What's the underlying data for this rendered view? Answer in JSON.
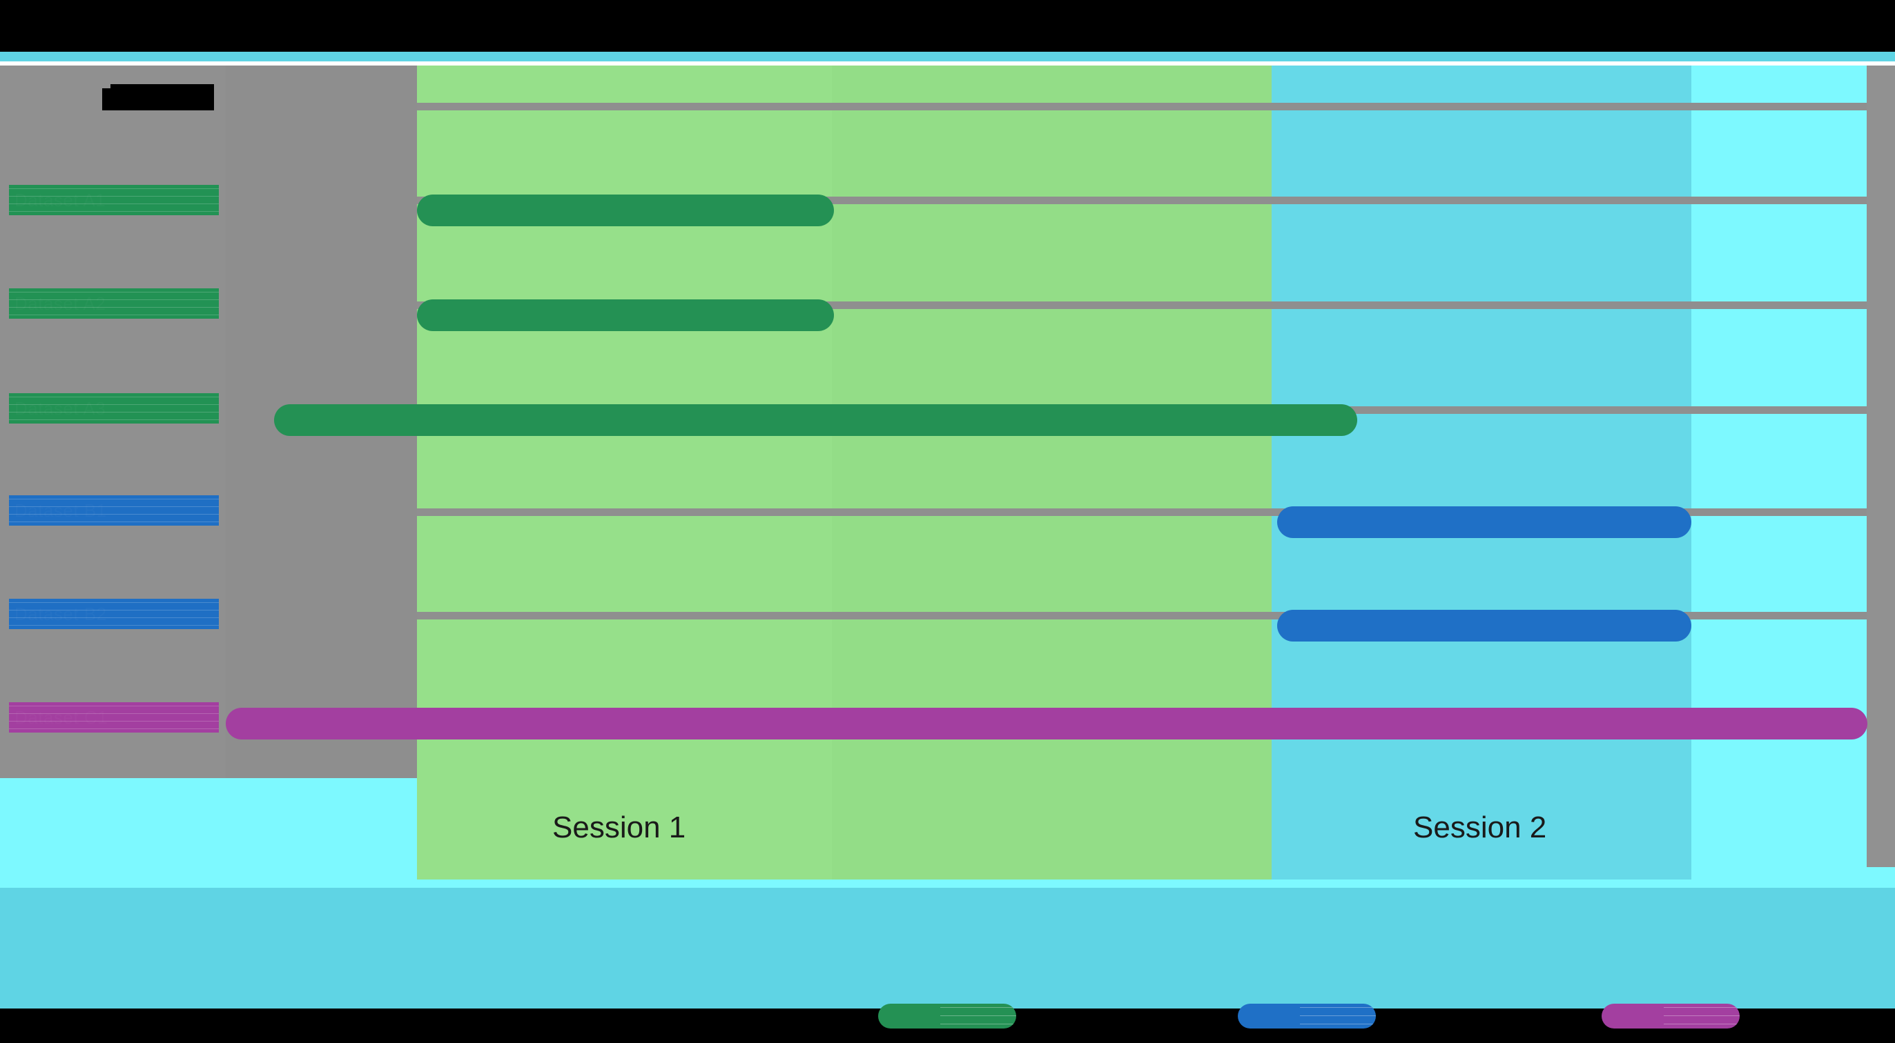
{
  "chart_data": {
    "type": "bar",
    "title": "[REDACTED]",
    "xlabel": "",
    "ylabel": "",
    "orientation": "horizontal",
    "categories": [
      "Dataset A1",
      "Dataset A2",
      "Dataset A3",
      "Dataset B1",
      "Dataset B2",
      "Dataset C1"
    ],
    "bars": [
      {
        "label": "Dataset A1",
        "group": "A",
        "color": "#249154",
        "start": 0.0,
        "end": 0.28,
        "session": "Session 1"
      },
      {
        "label": "Dataset A2",
        "group": "A",
        "color": "#249154",
        "start": 0.0,
        "end": 0.28,
        "session": "Session 1"
      },
      {
        "label": "Dataset A3",
        "group": "A",
        "color": "#249154",
        "start": -0.12,
        "end": 0.56,
        "session": "Session 1"
      },
      {
        "label": "Dataset B1",
        "group": "B",
        "color": "#1f70c6",
        "start": 0.56,
        "end": 0.86,
        "session": "Session 2"
      },
      {
        "label": "Dataset B2",
        "group": "B",
        "color": "#1f70c6",
        "start": 0.56,
        "end": 0.86,
        "session": "Session 2"
      },
      {
        "label": "Dataset C1",
        "group": "C",
        "color": "#a33fa0",
        "start": -0.15,
        "end": 1.0,
        "session": "all"
      }
    ],
    "sessions": [
      {
        "name": "Session 1",
        "color": "#96e08a"
      },
      {
        "name": "Session 2",
        "color": "#66d9e8"
      },
      {
        "name": "",
        "color": "#7df9ff"
      }
    ],
    "grid": false,
    "legend_position": "bottom"
  },
  "title": {
    "text": "[REDACTED]"
  },
  "rows": [
    {
      "label": "Dataset A1",
      "label_obscured": "Dataset A1"
    },
    {
      "label": "Dataset A2",
      "label_obscured": "Dataset A2"
    },
    {
      "label": "Dataset A3",
      "label_obscured": "Dataset A3"
    },
    {
      "label": "Dataset B1",
      "label_obscured": "Dataset B1"
    },
    {
      "label": "Dataset B2",
      "label_obscured": "Dataset B2"
    },
    {
      "label": "Dataset C1",
      "label_obscured": "Dataset C1"
    }
  ],
  "sessions": {
    "s1_label": "Session 1",
    "s2_label": "Session 2",
    "s3_label": ""
  },
  "legend": {
    "items": [
      {
        "key": "green",
        "label": "Group A",
        "color": "#249154"
      },
      {
        "key": "blue",
        "label": "Group B",
        "color": "#1f70c6"
      },
      {
        "key": "magenta",
        "label": "Group C",
        "color": "#a33fa0"
      }
    ]
  },
  "colors": {
    "band_session1": "#96e08a",
    "band_session2": "#66d9e8",
    "band_session3": "#7df9ff",
    "panel_gray": "#909090",
    "track_gray": "#8f8f8f",
    "bar_green": "#249154",
    "bar_blue": "#1f70c6",
    "bar_magenta": "#a33fa0",
    "page_teal": "#5fd4e4",
    "letterbox": "#000000"
  }
}
